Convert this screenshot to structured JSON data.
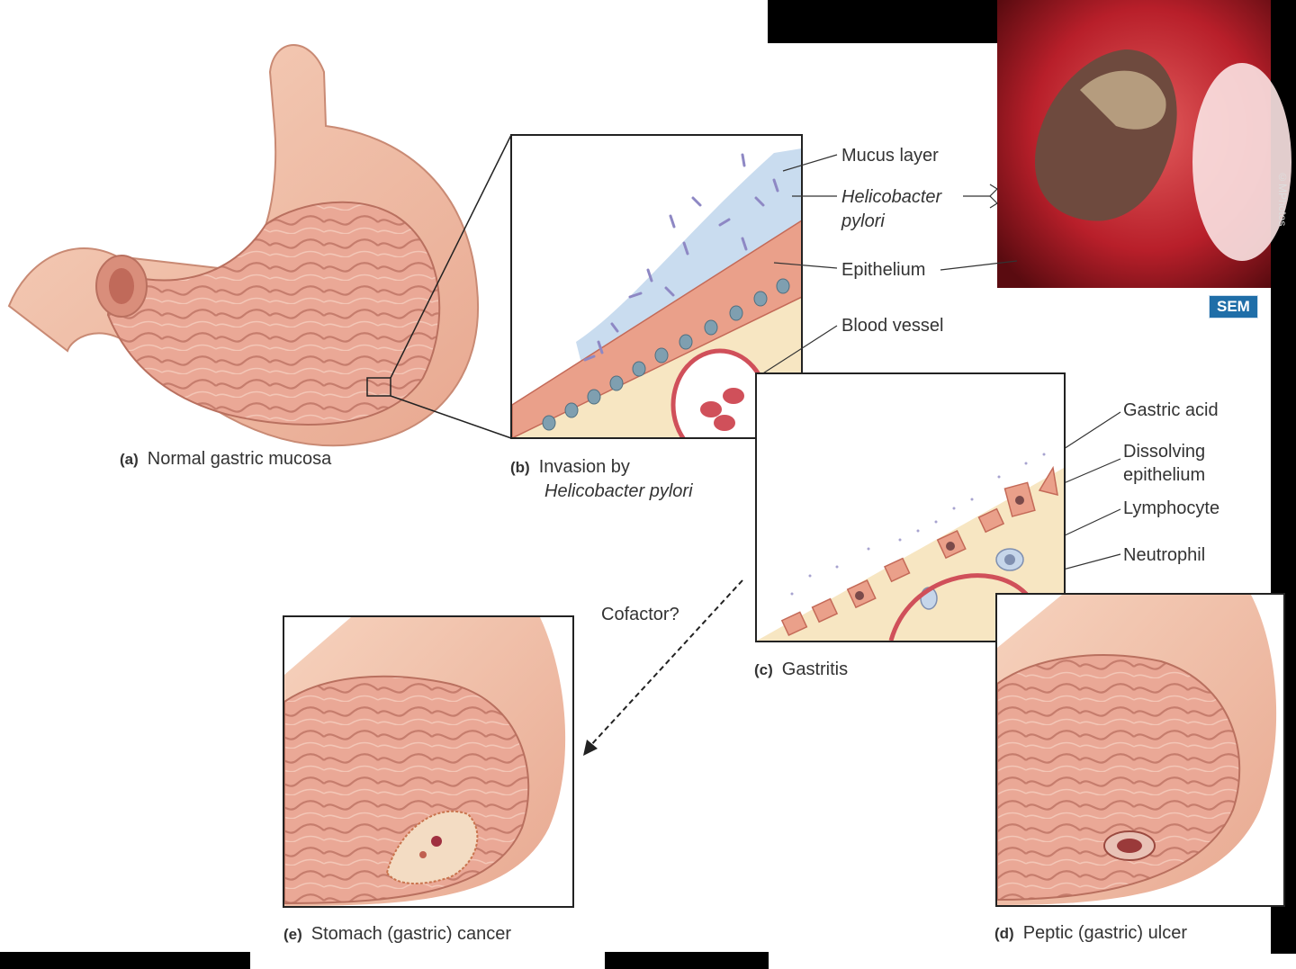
{
  "panels": {
    "a": {
      "letter": "(a)",
      "caption": "Normal gastric mucosa"
    },
    "b": {
      "letter": "(b)",
      "caption_line1": "Invasion by",
      "caption_line2": "Helicobacter pylori"
    },
    "c": {
      "letter": "(c)",
      "caption": "Gastritis"
    },
    "d": {
      "letter": "(d)",
      "caption": "Peptic (gastric) ulcer"
    },
    "e": {
      "letter": "(e)",
      "caption": "Stomach (gastric) cancer"
    }
  },
  "labels": {
    "mucus_layer": "Mucus layer",
    "helicobacter_line1": "Helicobacter",
    "helicobacter_line2": "pylori",
    "epithelium": "Epithelium",
    "blood_vessel": "Blood vessel",
    "gastric_acid": "Gastric acid",
    "dissolving_line1": "Dissolving",
    "dissolving_line2": "epithelium",
    "lymphocyte": "Lymphocyte",
    "neutrophil": "Neutrophil",
    "cofactor": "Cofactor?"
  },
  "badge": {
    "sem": "SEM"
  },
  "credit": "©MPhotos",
  "colors": {
    "stomach_outer": "#f2c3a8",
    "stomach_inner": "#e7a48f",
    "fold_line": "#c97f6e",
    "mucus": "#c9dcef",
    "bacteria": "#8e88c4",
    "epithelium_cell": "#eaa08a",
    "nucleus": "#7f9fb0",
    "connective": "#f7e6c2",
    "vessel": "#d0505a",
    "micrograph_red": "#b8202a"
  }
}
